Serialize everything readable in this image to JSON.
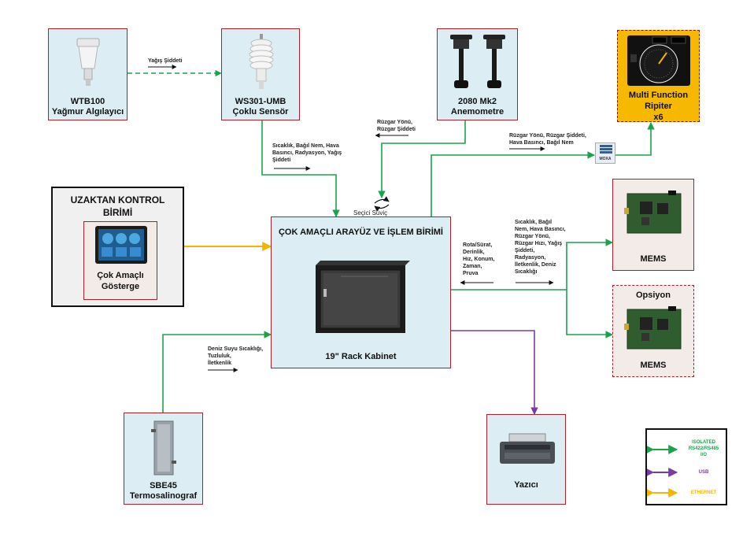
{
  "nodes": {
    "wtb100": {
      "name": "WTB100",
      "desc": "Yağmur Algılayıcı"
    },
    "ws301": {
      "name": "WS301-UMB",
      "desc": "Çoklu Sensör"
    },
    "anemometer": {
      "name": "2080 Mk2",
      "desc": "Anemometre"
    },
    "repeater": {
      "line1": "Multi Function",
      "line2": "Ripiter",
      "line3": "x6"
    },
    "remote": {
      "title_line1": "UZAKTAN KONTROL",
      "title_line2": "BİRİMİ",
      "display_line1": "Çok Amaçlı",
      "display_line2": "Gösterge"
    },
    "main": {
      "title": "ÇOK AMAÇLI ARAYÜZ VE İŞLEM BİRİMİ",
      "cabinet": "19\" Rack Kabinet"
    },
    "mems1": {
      "name": "MEMS"
    },
    "mems2": {
      "option": "Opsiyon",
      "name": "MEMS"
    },
    "sbe45": {
      "name": "SBE45",
      "desc": "Termosalinograf"
    },
    "printer": {
      "name": "Yazıcı"
    },
    "selector": {
      "label": "Seçici Süviç"
    },
    "hub_tag": "MOXA"
  },
  "annotations": {
    "rain_rate": "Yağış Şiddeti",
    "ws301_data_l1": "Sıcaklık, Bağıl Nem, Hava",
    "ws301_data_l2": "Basıncı, Radyasyon, Yağış",
    "ws301_data_l3": "Şiddeti",
    "wind_l1": "Rüzgar Yönü,",
    "wind_l2": "Rüzgar Şiddeti",
    "repeater_data_l1": "Rüzgar Yönü, Rüzgar Şiddeti,",
    "repeater_data_l2": "Hava Basıncı, Bağıl Nem",
    "nav_l1": "Rota/Sürat,",
    "nav_l2": "Derinlik,",
    "nav_l3": "Hız, Konum,",
    "nav_l4": "Zaman,",
    "nav_l5": "Pruva",
    "mems_l1": "Sıcaklık, Bağıl",
    "mems_l2": "Nem, Hava Basıncı,",
    "mems_l3": "Rüzgar Yönü,",
    "mems_l4": "Rüzgar Hızı, Yağış",
    "mems_l5": "Şiddeti,",
    "mems_l6": "Radyasyon,",
    "mems_l7": "İletkenlik, Deniz",
    "mems_l8": "Sıcaklığı",
    "sea_l1": "Deniz Suyu Sıcaklığı,",
    "sea_l2": "Tuzluluk,",
    "sea_l3": "İletkenlik"
  },
  "legend": {
    "serial_l1": "ISOLATED",
    "serial_l2": "RS422/RS485",
    "serial_l3": "I/O",
    "usb": "USB",
    "ethernet": "ETHERNET"
  },
  "colors": {
    "serial": "#1aa34a",
    "usb": "#7b3aa8",
    "ethernet": "#f4b400",
    "border": "#a8202a"
  }
}
